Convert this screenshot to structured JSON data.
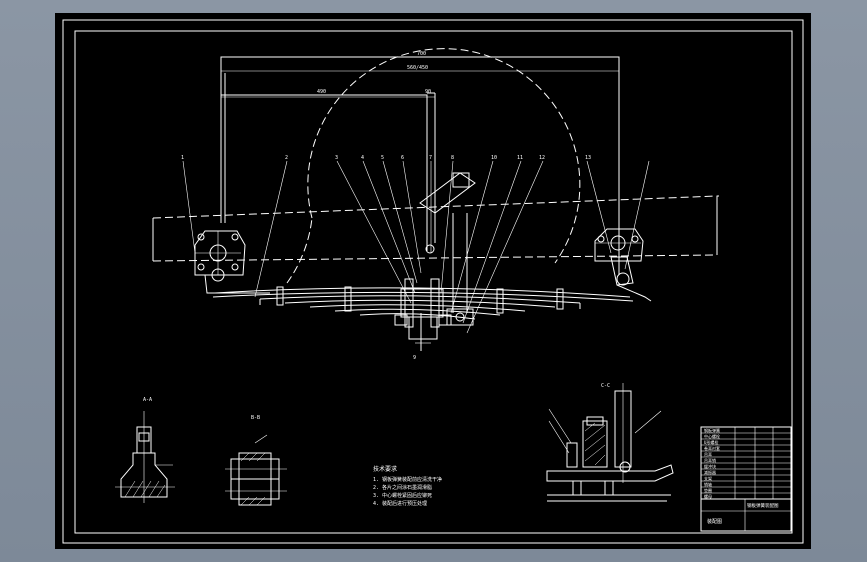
{
  "drawing": {
    "dimensions": {
      "overall": "700",
      "second": "560/450",
      "left": "490",
      "right": "90"
    },
    "balloons": [
      "1",
      "2",
      "3",
      "4",
      "5",
      "6",
      "7",
      "8",
      "9",
      "10",
      "11",
      "12",
      "13"
    ],
    "section_views": {
      "view_a": "A-A",
      "view_b": "B-B",
      "view_c": "C-C"
    },
    "tech_notes": {
      "heading": "技术要求",
      "lines": [
        "1. 钢板弹簧装配前应清洗干净",
        "2. 各片之间涂石墨润滑脂",
        "3. 中心螺栓紧固后应铆死",
        "4. 装配后进行预压处理"
      ]
    },
    "title_block": {
      "title": "钢板弹簧装配图",
      "rows": [
        "钢板弹簧",
        "中心螺栓",
        "U形螺栓",
        "卷耳衬套",
        "吊耳",
        "吊耳销",
        "缓冲块",
        "减振器",
        "支架",
        "销轴",
        "垫圈",
        "螺母"
      ],
      "footer": "装配图"
    }
  }
}
